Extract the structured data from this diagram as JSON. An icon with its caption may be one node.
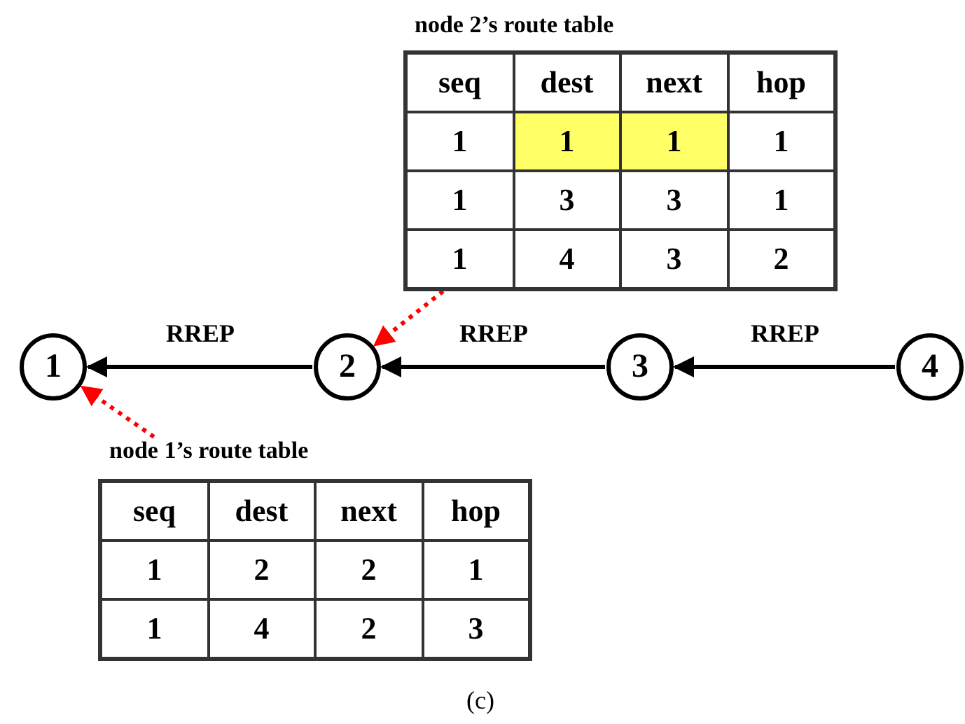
{
  "diagram": {
    "caption": "(c)",
    "nodes": [
      {
        "text": [
          "node 2’s route table"
        ]
      },
      {
        "text": [
          "1"
        ]
      },
      {
        "text": [
          "2"
        ]
      },
      {
        "text": [
          "3"
        ]
      },
      {
        "text": [
          "4"
        ]
      },
      {
        "text": [
          "node 1’s route table"
        ]
      }
    ],
    "edges": [
      {
        "from": 2,
        "to": 1,
        "arrow": "to",
        "label": "RREP"
      },
      {
        "from": 3,
        "to": 2,
        "arrow": "to",
        "label": "RREP"
      },
      {
        "from": 4,
        "to": 3,
        "arrow": "to",
        "label": "RREP"
      },
      {
        "from": 0,
        "to": 2,
        "arrow": "to",
        "style": "dashed",
        "color": "#ff0000"
      },
      {
        "from": 5,
        "to": 1,
        "arrow": "to",
        "style": "dashed",
        "color": "#ff0000"
      }
    ],
    "labels": [
      "seq",
      "dest",
      "next",
      "hop",
      "1",
      "1",
      "1",
      "1",
      "1",
      "3",
      "3",
      "1",
      "1",
      "4",
      "3",
      "2",
      "seq",
      "dest",
      "next",
      "hop",
      "1",
      "2",
      "2",
      "1",
      "1",
      "4",
      "2",
      "3"
    ]
  }
}
